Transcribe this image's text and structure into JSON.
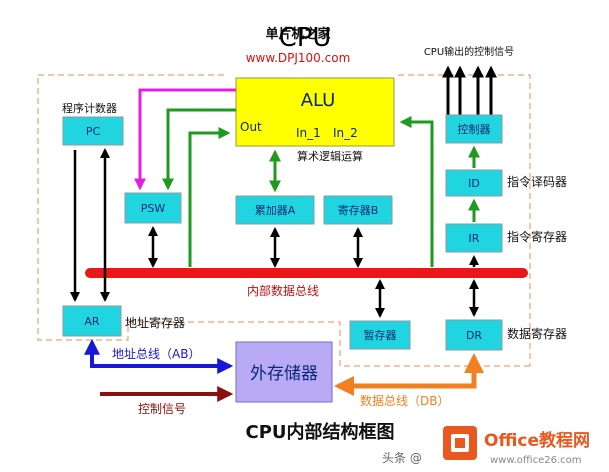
{
  "watermark": {
    "top_text": "单片机之家",
    "top_url": "www.DPJ100.com",
    "top_overlay": "CPU",
    "bottom_site": "Office教程网",
    "bottom_url": "www.office26.com",
    "bottom_prefix": "头条 @"
  },
  "title": "CPU内部结构框图",
  "cpu_output_label": "CPU输出的控制信号",
  "alu": {
    "name": "ALU",
    "out": "Out",
    "in1": "In_1",
    "in2": "In_2",
    "caption": "算术逻辑运算"
  },
  "registers": {
    "pc": "PC",
    "pc_caption": "程序计数器",
    "psw": "PSW",
    "acc_a": "累加器A",
    "reg_b": "寄存器B",
    "controller": "控制器",
    "id": "ID",
    "id_caption": "指令译码器",
    "ir": "IR",
    "ir_caption": "指令寄存器",
    "ar": "AR",
    "ar_caption": "地址寄存器",
    "temp": "暂存器",
    "dr": "DR",
    "dr_caption": "数据寄存器"
  },
  "bus": {
    "internal": "内部数据总线",
    "address": "地址总线（AB）",
    "control": "控制信号",
    "data": "数据总线（DB）"
  },
  "memory": "外存储器",
  "colors": {
    "alu": "#ffff00",
    "box": "#21d5e0",
    "memory": "#b9aaf6",
    "bus": "#e81818",
    "green": "#1f9a1f",
    "magenta": "#e020e0",
    "address_bus": "#1818d8",
    "control_bus": "#8b1010",
    "data_bus": "#f08020",
    "boundary": "#f0a070",
    "text_blue": "#0a2a78",
    "label_red": "#c01010"
  }
}
